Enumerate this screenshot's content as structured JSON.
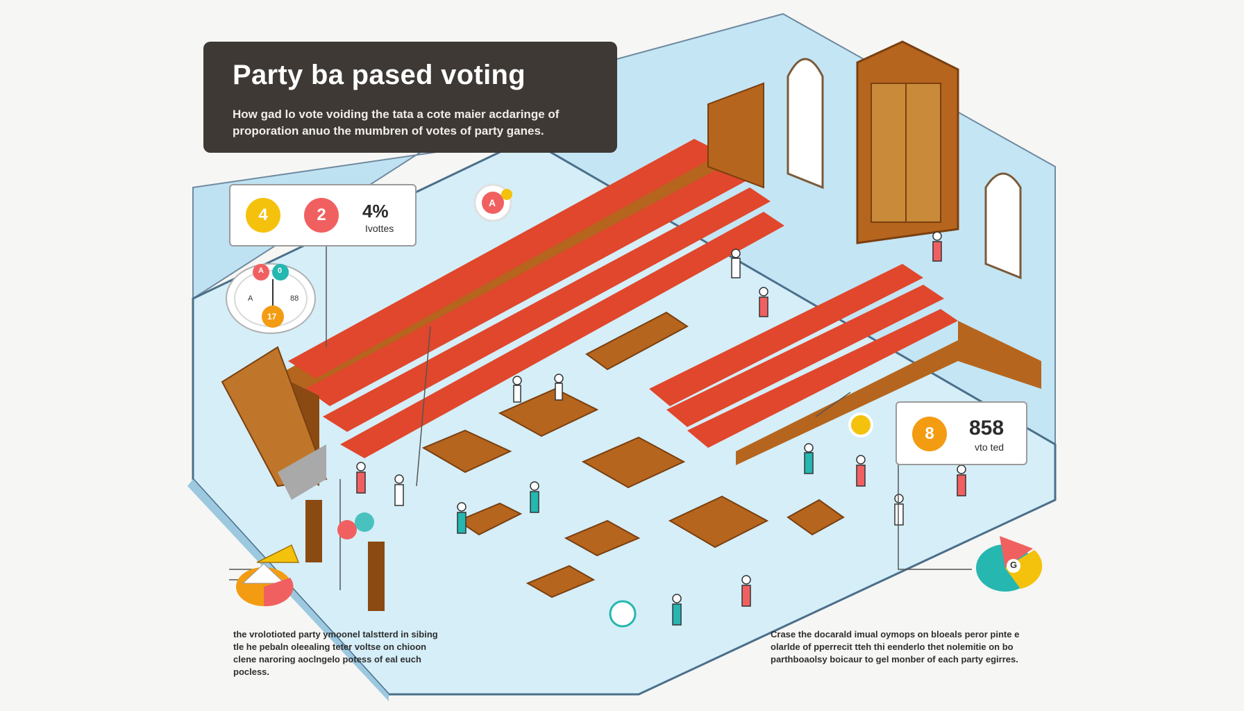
{
  "header": {
    "title": "Party ba pased voting",
    "subtitle": "How gad lo vote voiding the tata a cote maier acdaringe of proporation anuo the mumbren  of votes of party ganes."
  },
  "stats_top": {
    "badge_1": "4",
    "badge_2": "2",
    "percent": "4%",
    "label": "Ivottes"
  },
  "stats_right": {
    "badge": "8",
    "number": "858",
    "label": "vto ted"
  },
  "mini_chart": {
    "labels": [
      "A",
      "0",
      "A",
      "88",
      "17"
    ]
  },
  "top_marker": {
    "label": "A"
  },
  "right_marker": {
    "label": "G"
  },
  "captions": {
    "left": "the vrolotioted party ymoonel talstterd in sibing tle he pebaln oleealing teter voltse on chioon clene naroring aoclngelo potess of eal euch pocless.",
    "right": "Crase the docarald imual oymops on bloeals peror pinte e olarlde of pperrecit tteh thi eenderlo thet nolemitie on bo parthboaolsy boicaur to gel monber of each party egirres."
  },
  "colors": {
    "floor": "#cfeaf6",
    "wall": "#b9dff0",
    "bench_red": "#e0472c",
    "wood": "#b5651d",
    "wood_dark": "#7a3f10",
    "orange": "#f39c12",
    "yellow": "#f4c20d",
    "coral": "#f16060",
    "teal": "#25b7b0",
    "panel": "#3e3935"
  }
}
